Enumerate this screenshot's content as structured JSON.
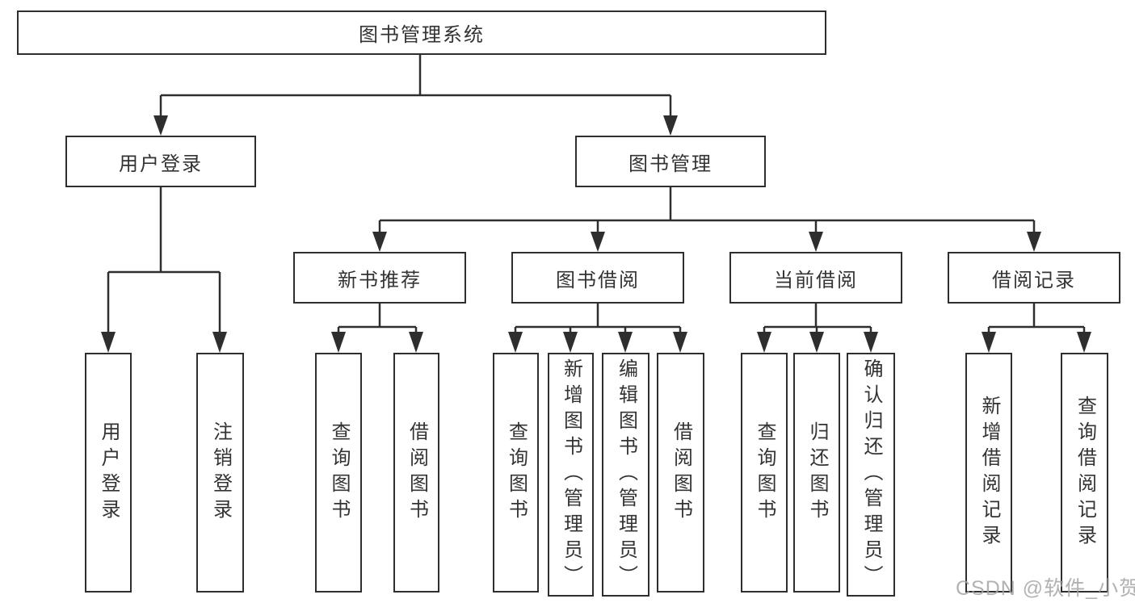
{
  "diagram": {
    "type": "tree",
    "colors": {
      "line": "#2e2e2e",
      "box_border": "#2e2e2e",
      "text": "#333333",
      "background": "#ffffff",
      "watermark": "#a5a5a5"
    },
    "tree": {
      "label": "图书管理系统",
      "children": [
        {
          "label": "用户登录",
          "children": [
            {
              "label": "用户登录"
            },
            {
              "label": "注销登录"
            }
          ]
        },
        {
          "label": "图书管理",
          "children": [
            {
              "label": "新书推荐",
              "children": [
                {
                  "label": "查询图书"
                },
                {
                  "label": "借阅图书"
                }
              ]
            },
            {
              "label": "图书借阅",
              "children": [
                {
                  "label": "查询图书"
                },
                {
                  "label": "新增图书（管理员）"
                },
                {
                  "label": "编辑图书（管理员）"
                },
                {
                  "label": "借阅图书"
                }
              ]
            },
            {
              "label": "当前借阅",
              "children": [
                {
                  "label": "查询图书"
                },
                {
                  "label": "归还图书"
                },
                {
                  "label": "确认归还（管理员）"
                }
              ]
            },
            {
              "label": "借阅记录",
              "children": [
                {
                  "label": "新增借阅记录"
                },
                {
                  "label": "查询借阅记录"
                }
              ]
            }
          ]
        }
      ]
    },
    "watermark": {
      "text": "CSDN @软件_小贺同学"
    }
  }
}
